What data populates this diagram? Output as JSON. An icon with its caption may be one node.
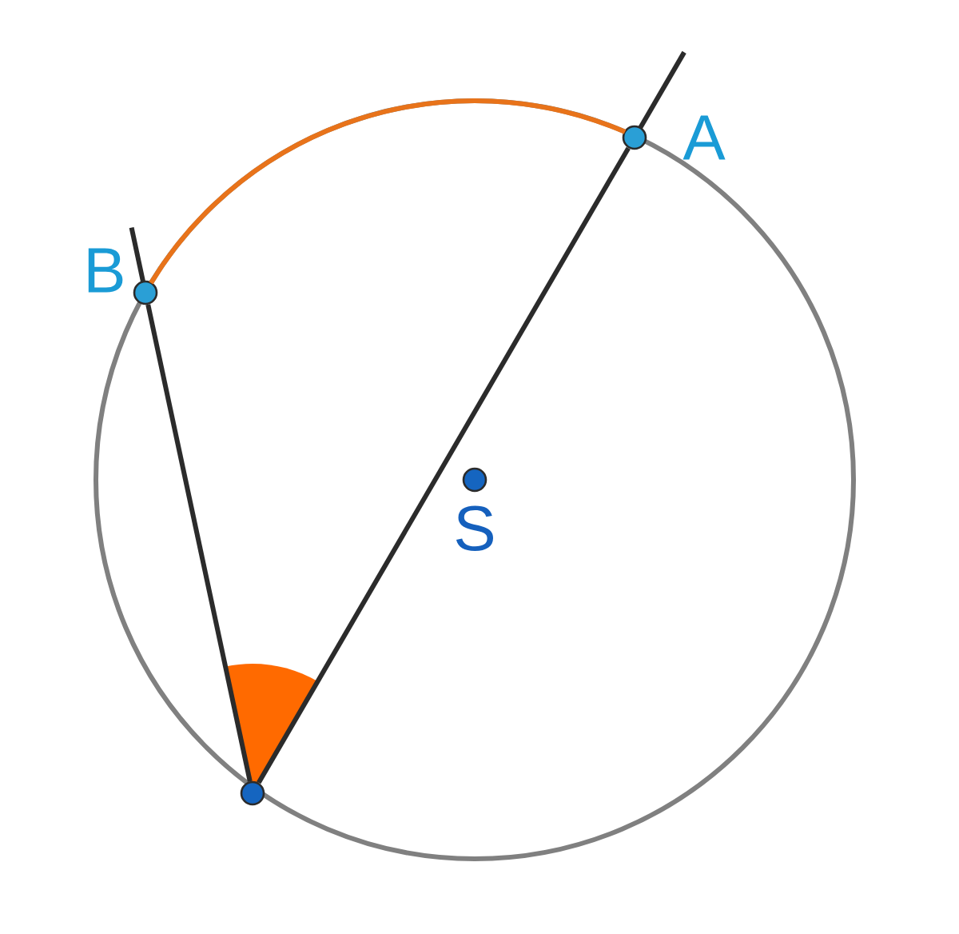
{
  "diagram": {
    "nodes": [
      {
        "text": [],
        "shape": "circle",
        "beside": [
          "A"
        ]
      },
      {
        "text": [],
        "shape": "circle",
        "beside": [
          "B"
        ]
      },
      {
        "text": [],
        "shape": "circle",
        "beside": [
          "S"
        ]
      },
      {
        "text": [],
        "shape": "circle"
      }
    ],
    "edges": [
      {
        "from": 3,
        "to": 0,
        "arrow": "none"
      },
      {
        "from": 3,
        "to": 1,
        "arrow": "none"
      },
      {
        "from": 1,
        "to": 0,
        "arrow": "none",
        "color": "#e8731a"
      }
    ]
  }
}
